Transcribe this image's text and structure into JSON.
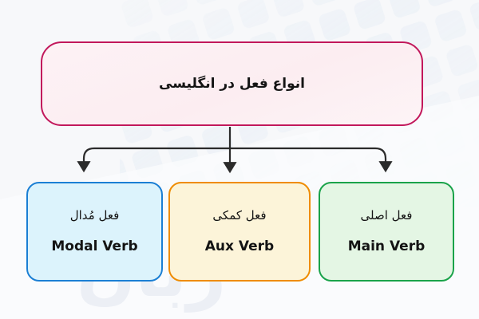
{
  "diagram": {
    "type": "hierarchy-tree",
    "background_color": "#f7f8fa",
    "root": {
      "label_fa": "انواع فعل در انگلیسی",
      "border_color": "#c2185b",
      "fill_color": "#fdf2f5"
    },
    "children": [
      {
        "label_fa": "فعل مُدال",
        "label_en": "Modal Verb",
        "border_color": "#1b7fd4",
        "fill_color": "#dcf3fc"
      },
      {
        "label_fa": "فعل کمکی",
        "label_en": "Aux Verb",
        "border_color": "#ef8c00",
        "fill_color": "#fcf4d9"
      },
      {
        "label_fa": "فعل اصلی",
        "label_en": "Main Verb",
        "border_color": "#1aa34a",
        "fill_color": "#e4f6e4"
      }
    ],
    "connector_color": "#2b2b2b",
    "watermark_text": "زبان"
  }
}
